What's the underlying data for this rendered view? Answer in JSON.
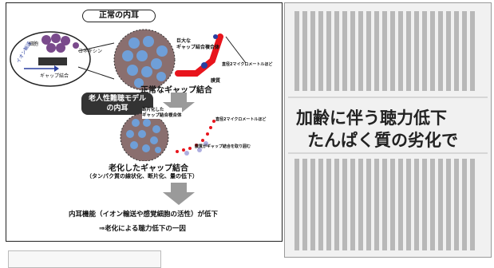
{
  "figure": {
    "title_normal": "正常の内耳",
    "cell_label": "細胞",
    "connexin_label": "コネキシン",
    "ion_label": "イオン輸送",
    "gap_junction_label": "ギャップ結合",
    "giant_gap_label": "巨大な\nギャップ結合複合体",
    "membrane_label": "膜質",
    "diameter_label": "直径2マイクロメートルほど",
    "normal_gap_caption": "正常なギャップ結合",
    "aging_model_title": "老人性難聴モデル\nの内耳",
    "fragmented_label": "断片化した\nギャップ結合複合体",
    "diameter_label2": "直径2マイクロメートルほど",
    "membrane_label2": "膜質がギャップ結合を取り囲む",
    "aged_gap_caption": "老化したギャップ結合",
    "aged_gap_sub": "（タンパク質の線状化、断片化、量の低下）",
    "conclusion_line1": "内耳機能（イオン輸送や感覚細胞の活性）が低下",
    "conclusion_line2": "⇒老化による聴力低下の一因"
  },
  "clipping": {
    "headline1": "加齢に伴う聴力低下",
    "headline2": "たんぱく質の劣化で"
  },
  "colors": {
    "red": "#e8141c",
    "blue_dot": "#6f9fd8",
    "arrow_gray": "#9a9a9a",
    "dark_box": "#333333"
  }
}
